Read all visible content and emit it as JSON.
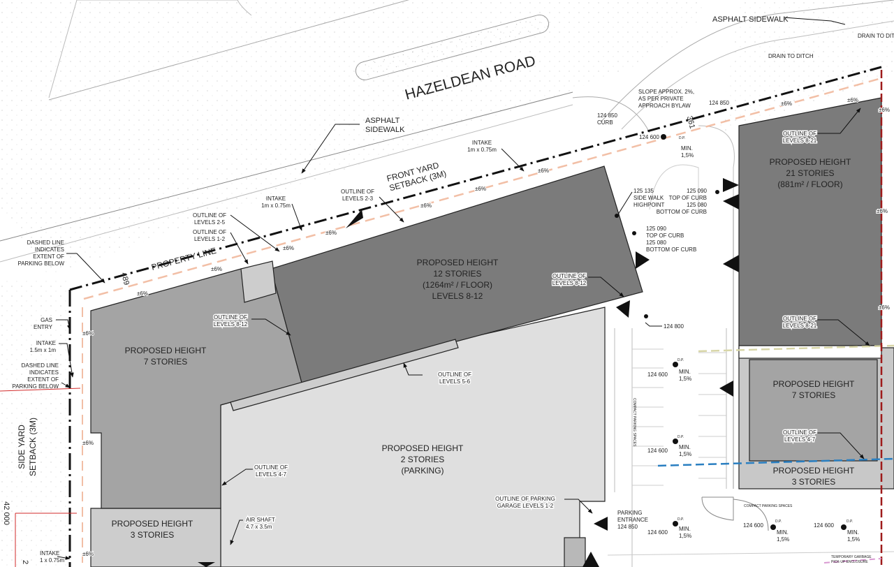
{
  "colors": {
    "tower_dark": "#7b7b7b",
    "mid_gray": "#a4a4a4",
    "light_gray": "#cdcdcd",
    "parking_gray": "#dfdfdf",
    "dimension_red": "#d22a2a",
    "setback_orange": "#f2bfa6",
    "level_blue": "#2a7fc1",
    "level_yellow": "#d8d6a8",
    "lot_line_red": "#9e1b1b",
    "lot_line_pink": "#d99ad2"
  },
  "labels": {
    "road": "HAZELDEAN ROAD",
    "asphalt_sidewalk_top": "ASPHALT SIDEWALK",
    "asphalt_sidewalk_left": [
      "ASPHALT",
      "SIDEWALK"
    ],
    "drain_1": "DRAIN TO DITCH",
    "drain_2": "DRAIN TO DITCH",
    "slope": [
      "SLOPE APPROX. 2%,",
      "AS PER PRIVATE",
      "APPROACH BYLAW"
    ],
    "curb_124850": [
      "124 850",
      "CURB"
    ],
    "elev_124850_b": "124 850",
    "dim_361": "361",
    "dim_489": "489",
    "dim_42000": "42 000",
    "dim_2": "2",
    "elev_124600_top": "124 600",
    "min_top": [
      "MIN.",
      "1,5%"
    ],
    "dp_top": "D.P.",
    "intake_1": [
      "INTAKE",
      "1m x 0.75m"
    ],
    "intake_2": [
      "INTAKE",
      "1m x 0.75m"
    ],
    "intake_3": [
      "INTAKE",
      "1.5m x 1m"
    ],
    "intake_4": [
      "INTAKE",
      "1 x 0.75m"
    ],
    "front_yard": [
      "FRONT YARD",
      "SETBACK (3M)"
    ],
    "side_yard": [
      "SIDE YARD",
      "SETBACK (3M)"
    ],
    "property_line": "PROPERTY LINE",
    "outline_2_3": [
      "OUTLINE OF",
      "LEVELS 2-3"
    ],
    "outline_2_5": [
      "OUTLINE OF",
      "LEVELS 2-5"
    ],
    "outline_1_2": [
      "OUTLINE OF",
      "LEVELS 1-2"
    ],
    "outline_8_12_a": [
      "OUTLINE OF",
      "LEVELS 8-12"
    ],
    "outline_8_12_b": [
      "OUTLINE OF",
      "LEVELS 8-12"
    ],
    "outline_5_6": [
      "OUTLINE OF",
      "LEVELS 5-6"
    ],
    "outline_4_7_a": [
      "OUTLINE OF",
      "LEVELS 4-7"
    ],
    "outline_4_7_b": [
      "OUTLINE OF",
      "LEVELS 4-7"
    ],
    "outline_8_21_a": [
      "OUTLINE OF",
      "LEVELS 8-21"
    ],
    "outline_8_21_b": [
      "OUTLINE OF",
      "LEVELS 8-21"
    ],
    "outline_parking_garage": [
      "OUTLINE OF PARKING",
      "GARAGE LEVELS 1-2"
    ],
    "dashed_parking_1": [
      "DASHED LINE",
      "INDICATES",
      "EXTENT OF",
      "PARKING BELOW"
    ],
    "dashed_parking_2": [
      "DASHED LINE",
      "INDICATES",
      "EXTENT OF",
      "PARKING BELOW"
    ],
    "gas_entry": [
      "GAS",
      "ENTRY"
    ],
    "air_shaft": [
      "AIR SHAFT",
      "4.7 x 3.5m"
    ],
    "parking_entrance": [
      "PARKING",
      "ENTRANCE",
      "124 850"
    ],
    "sidewalk_highpoint": [
      "125 135",
      "SIDE WALK",
      "HIGHPOINT"
    ],
    "curb_a": [
      "125 090",
      "TOP OF CURB",
      "125 080",
      "BOTTOM OF CURB"
    ],
    "curb_b": [
      "125 090",
      "TOP OF CURB",
      "125 080",
      "BOTTOM OF CURB"
    ],
    "elev_124800": "124 800",
    "elev_124600_1": "124 600",
    "elev_124600_2": "124 600",
    "elev_124600_3": "124 600",
    "elev_124600_4": "124 600",
    "elev_124600_5": "124 600",
    "min_1": [
      "MIN.",
      "1,5%"
    ],
    "min_2": [
      "MIN.",
      "1,5%"
    ],
    "min_3": [
      "MIN.",
      "1,5%"
    ],
    "min_4": [
      "MIN.",
      "1,5%"
    ],
    "min_5": [
      "MIN.",
      "1,5%"
    ],
    "dp_1": "D.P.",
    "dp_2": "D.P.",
    "dp_3": "D.P.",
    "dp_4": "D.P.",
    "dp_5": "D.P.",
    "compact_1": "COMPACT PARKING SPACES",
    "compact_2": "COMPACT PARKING SPACES",
    "garbage": [
      "TEMPORARY GARBAGE",
      "PICK-UP ENCLOSURE"
    ],
    "bldg_7_left": [
      "PROPOSED HEIGHT",
      "7 STORIES"
    ],
    "bldg_12": [
      "PROPOSED HEIGHT",
      "12 STORIES",
      "(1264m² / FLOOR)",
      "LEVELS 8-12"
    ],
    "bldg_2_parking": [
      "PROPOSED HEIGHT",
      "2 STORIES",
      "(PARKING)"
    ],
    "bldg_3_left": [
      "PROPOSED HEIGHT",
      "3 STORIES"
    ],
    "bldg_21": [
      "PROPOSED HEIGHT",
      "21 STORIES",
      "(881m² / FLOOR)"
    ],
    "bldg_7_right": [
      "PROPOSED HEIGHT",
      "7 STORIES"
    ],
    "bldg_3_right": [
      "PROPOSED HEIGHT",
      "3 STORIES"
    ],
    "slope_pct": "±6%"
  }
}
